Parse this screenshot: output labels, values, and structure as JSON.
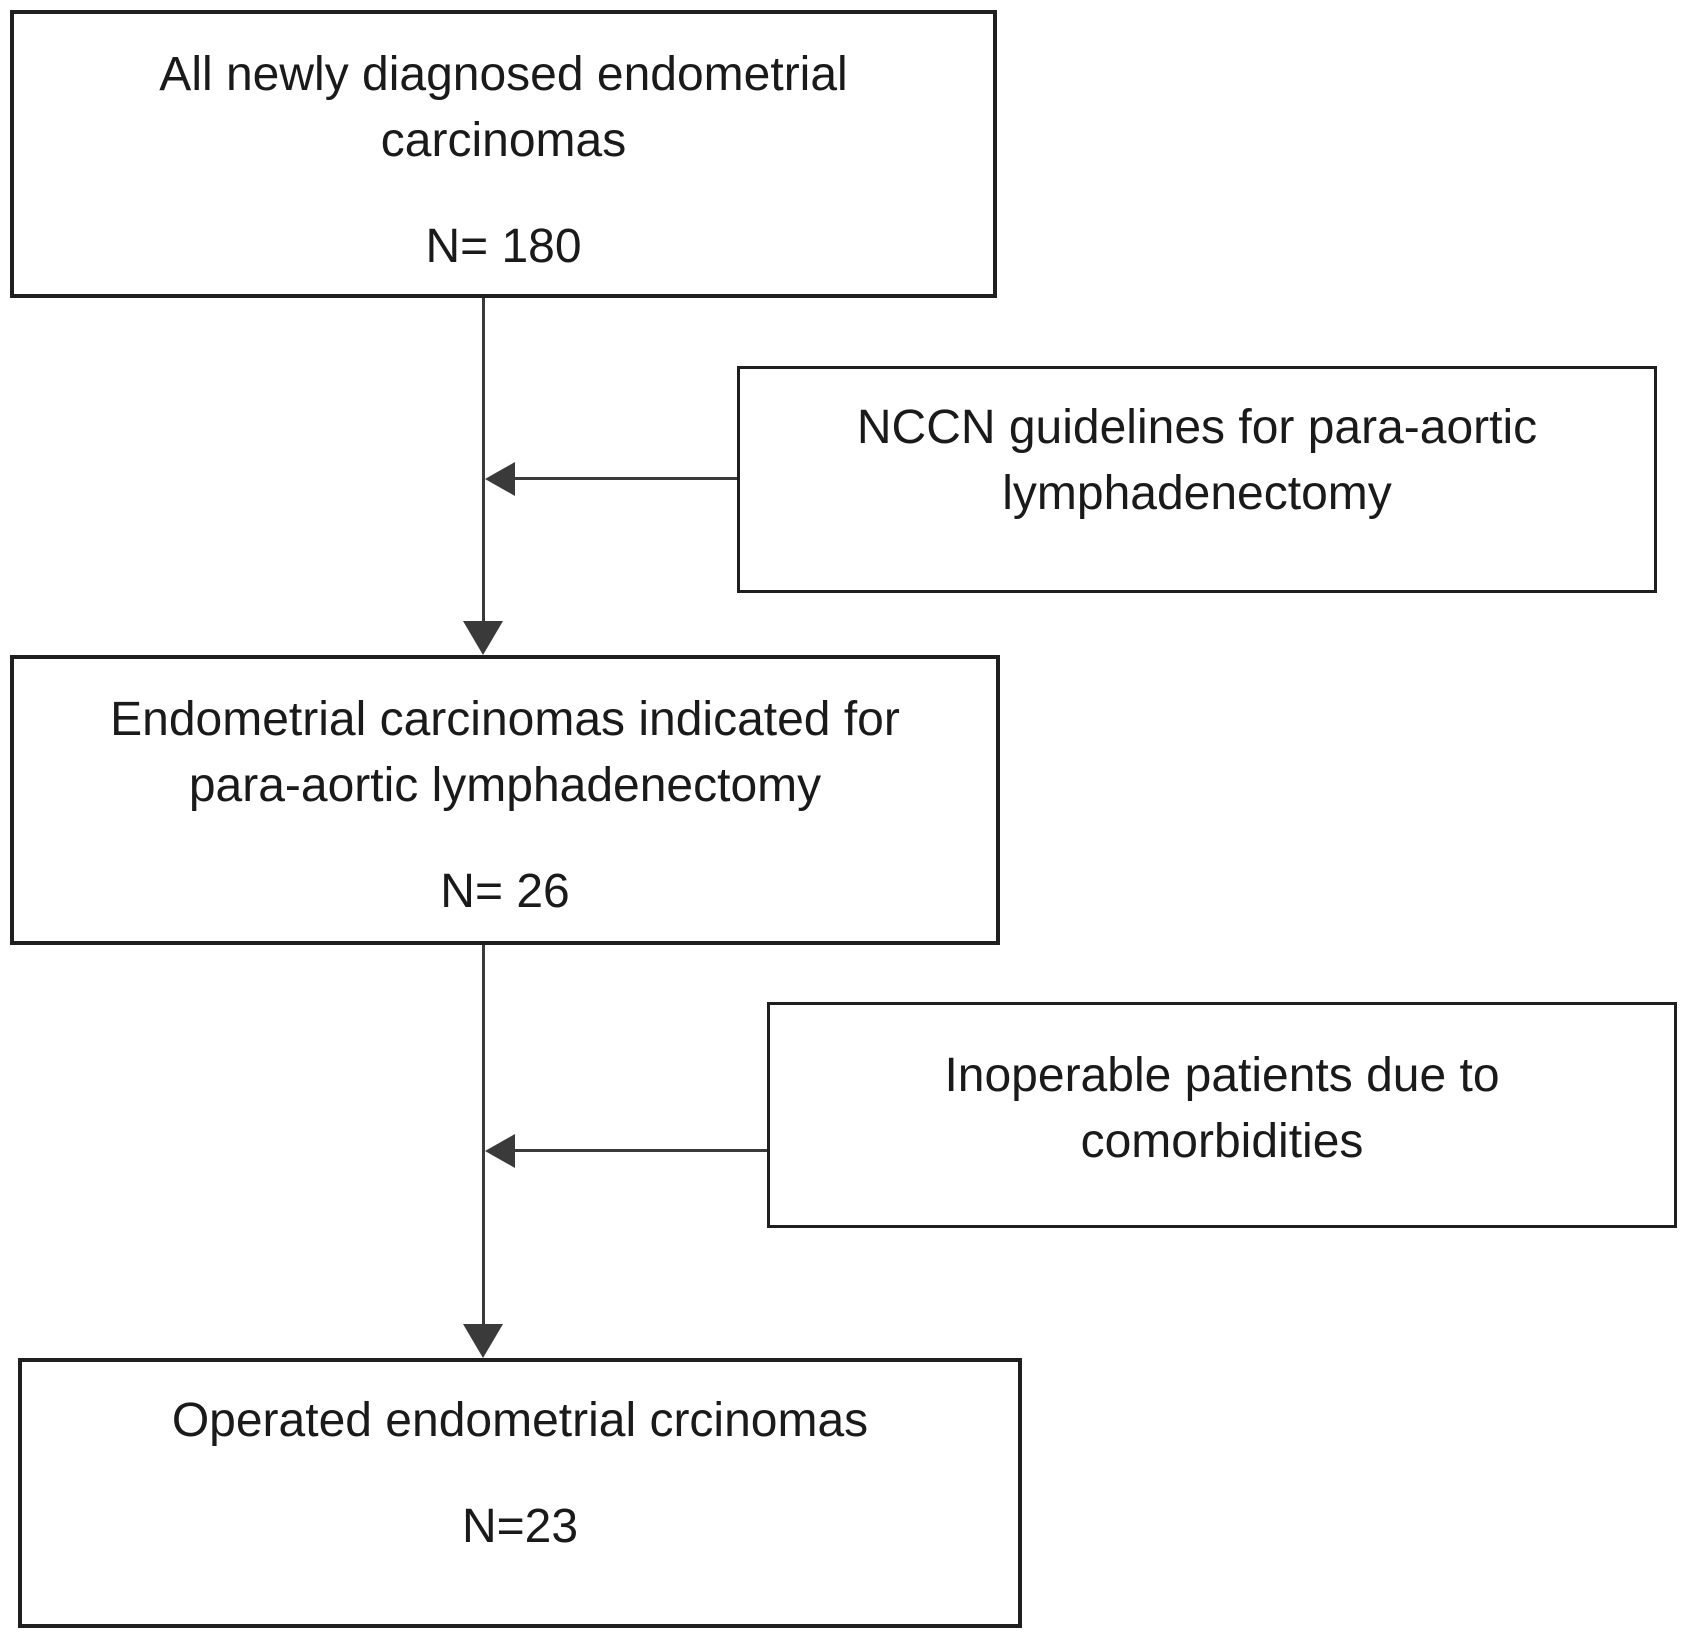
{
  "colors": {
    "bg": "#ffffff",
    "border": "#1f1f1f",
    "text": "#1a1a1a",
    "line": "#3a3a3a"
  },
  "flowchart": {
    "box_all": {
      "line1": "All newly diagnosed endometrial",
      "line2": "carcinomas",
      "n": "N= 180"
    },
    "box_nccn": {
      "line1": "NCCN guidelines for para-aortic",
      "line2": "lymphadenectomy"
    },
    "box_indicated": {
      "line1": "Endometrial carcinomas indicated for",
      "line2": "para-aortic lymphadenectomy",
      "n": "N= 26"
    },
    "box_inoperable": {
      "line1": "Inoperable patients due to",
      "line2": "comorbidities"
    },
    "box_operated": {
      "line1": "Operated endometrial crcinomas",
      "n": "N=23"
    }
  }
}
